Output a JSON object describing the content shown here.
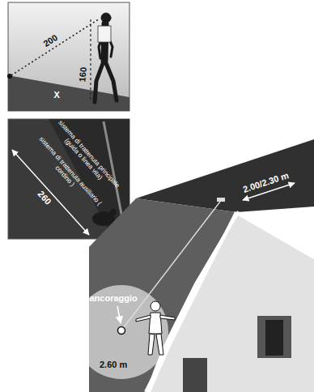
{
  "diagram": {
    "labels": [
      "200",
      "X",
      "160",
      "sistema di trattenuta ausiliario ( cordino )",
      "sistema di trattenuta principale (guida o linea vita)",
      "260",
      "2.00/2.30 m",
      "ancoraggio",
      "2.60 m"
    ]
  }
}
